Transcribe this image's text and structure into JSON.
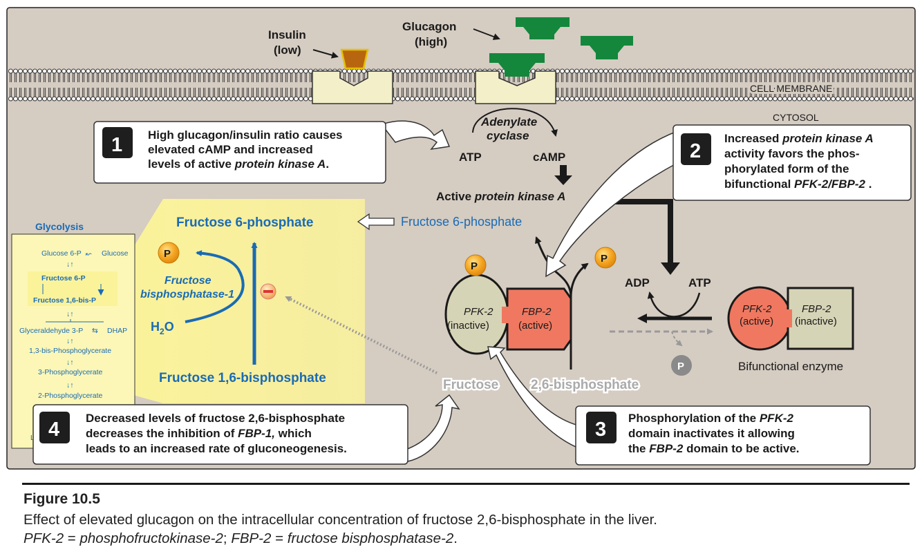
{
  "labels": {
    "insulin_1": "Insulin",
    "insulin_2": "(low)",
    "glucagon_1": "Glucagon",
    "glucagon_2": "(high)",
    "cell_membrane": "CELL MEMBRANE",
    "cytosol": "CYTOSOL",
    "adenylate_1": "Adenylate",
    "adenylate_2": "cyclase",
    "atp": "ATP",
    "camp": "cAMP",
    "active_pka_1": "Active ",
    "active_pka_2": "protein kinase A",
    "f6p_center": "Fructose 6-phosphate",
    "f6p_left": "Fructose 6-phosphate",
    "fbp1_1": "Fructose",
    "fbp1_2": "bisphosphatase-1",
    "h2o_h": "H",
    "h2o_2": "2",
    "h2o_o": "O",
    "f16bp": "Fructose 1,6-bisphosphate",
    "p": "P",
    "adp": "ADP",
    "atp_right": "ATP",
    "pfk2_inactive_name": "PFK-2",
    "pfk2_inactive_state": "(inactive)",
    "fbp2_active_name": "FBP-2",
    "fbp2_active_state": "(active)",
    "pfk2_active_name": "PFK-2",
    "pfk2_active_state": "(active)",
    "fbp2_inactive_name": "FBP-2",
    "fbp2_inactive_state": "(inactive)",
    "bifunctional": "Bifunctional enzyme",
    "f26bp_1": "Fructose",
    "f26bp_2": "2,6-bisphosphate"
  },
  "glycolysis": {
    "title": "Glycolysis",
    "g6p": "Glucose 6-P",
    "glucose": "Glucose",
    "f6p": "Fructose 6-P",
    "f16bp": "Fructose 1,6-bis-P",
    "g3p": "Glyceraldehyde 3-P",
    "dhap": "DHAP",
    "bpg13": "1,3-bis-Phosphoglycerate",
    "pg3": "3-Phosphoglycerate",
    "pg2": "2-Phosphoglycerate",
    "trunc": "L"
  },
  "arrows": {
    "updown": "↓↑",
    "down_only": "↓↑",
    "back": "↜",
    "swap": "⇆"
  },
  "steps": [
    {
      "num": "1",
      "line1": "High glucagon/insulin ratio causes",
      "line2": "elevated cAMP and increased",
      "line3a": "levels of active ",
      "line3b": "protein kinase A",
      "line3c": "."
    },
    {
      "num": "2",
      "line1a": "Increased ",
      "line1b": "protein kinase A",
      "line2": "activity favors the phos-",
      "line3": "phorylated form of the",
      "line4a": "bifunctional ",
      "line4b": "PFK-2/FBP-2",
      "line4c": " ."
    },
    {
      "num": "3",
      "line1a": "Phosphorylation of the ",
      "line1b": "PFK-2",
      "line2": "domain inactivates it allowing",
      "line3a": "the ",
      "line3b": "FBP-2",
      "line3c": " domain to be active."
    },
    {
      "num": "4",
      "line1": "Decreased levels of fructose 2,6-bisphosphate",
      "line2a": "decreases the  inhibition of ",
      "line2b": "FBP-1,",
      "line2c": " which",
      "line3": "leads to an increased rate of gluconeogenesis."
    }
  ],
  "caption": {
    "title": "Figure 10.5",
    "line1": "Effect of elevated glucagon on the intracellular concentration of fructose 2,6-bisphosphate in the liver.",
    "line2_a": "PFK-2",
    "line2_b": " = ",
    "line2_c": "phosphofructokinase-2",
    "line2_d": "; ",
    "line2_e": "FBP-2",
    "line2_f": " = ",
    "line2_g": "fructose bisphosphatase-2",
    "line2_h": "."
  },
  "colors": {
    "panel": "#d5ccc2",
    "yellow": "#fbf39a",
    "blue": "#1a6bb5",
    "glucagon": "#14873c",
    "insulin": "#b8650f",
    "pfk2": "#d6d4b6",
    "fbp2": "#f07860"
  }
}
